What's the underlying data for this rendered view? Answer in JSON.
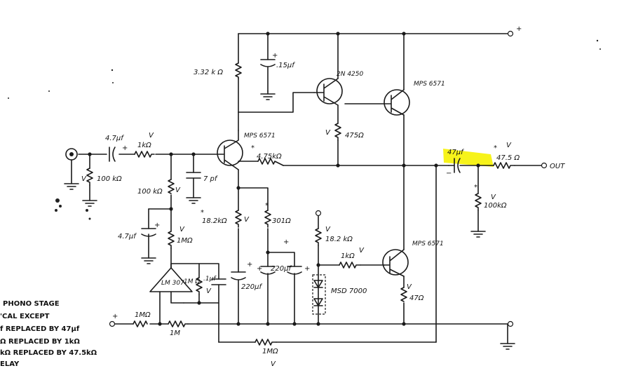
{
  "supply_label": "+",
  "ground_label": "+",
  "output_label": "OUT",
  "components": {
    "r_top": "3.32 k Ω",
    "c_top": ".15µf",
    "q_2n4250": "2N 4250",
    "q_mps_top": "MPS 6571",
    "q_mps_main": "MPS 6571",
    "q_mps_bot": "MPS 6571",
    "c_in": "4.7µf",
    "r_in": "1kΩ",
    "r_bias": "100 kΩ",
    "c_7pf": "7 pf",
    "r_100k_v": "100 kΩ",
    "r_475": "475Ω",
    "r_4_75k": "4.75kΩ",
    "c_47_out": "47µf",
    "r_47_5": "47.5 Ω",
    "r_100k_out": "100kΩ",
    "c_4_7_bias": "4.7µf",
    "r_1m_a": "1MΩ",
    "r_18_2k_a": "18.2kΩ",
    "r_301": "301Ω",
    "r_18_2k_b": "18.2 kΩ",
    "c_220_a": "220µf",
    "c_220_b": "220µf",
    "r_1k_b": "1kΩ",
    "d_msd": "MSD 7000",
    "r_47": "47Ω",
    "op_lm": "LM 307",
    "r_1m_fb": "1M Ω",
    "c_1uf": ".1µf",
    "r_1m_in": "1MΩ",
    "r_1m_c": "1M",
    "r_1m_bottom": "1MΩ"
  },
  "marks": {
    "v": "V",
    "plus": "+",
    "minus": "−",
    "star": "*"
  },
  "notes": [
    "PHONO STAGE",
    "'CAL EXCEPT",
    "f REPLACED BY  47µf",
    "Ω REPLACED BY  1kΩ",
    "kΩ REPLACED BY  47.5kΩ",
    "ELAY"
  ],
  "highlight_color": "#f7f31a"
}
